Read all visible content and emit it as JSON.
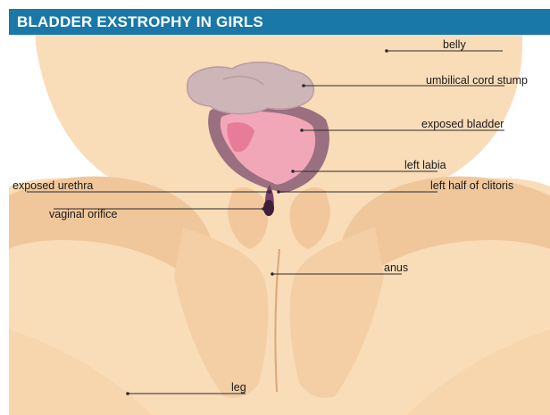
{
  "header": {
    "title": "BLADDER EXSTROPHY IN GIRLS"
  },
  "labels": {
    "belly": "belly",
    "umbilical_cord_stump": "umbilical cord stump",
    "exposed_bladder": "exposed bladder",
    "left_labia": "left labia",
    "left_half_of_clitoris": "left half of clitoris",
    "exposed_urethra": "exposed urethra",
    "vaginal_orifice": "vaginal orifice",
    "anus": "anus",
    "leg": "leg"
  },
  "colors": {
    "header_bg": "#1a78a8",
    "skin": "#f9dcb8",
    "skin_shadow": "#efc79b",
    "bladder": "#f2a7b8",
    "umbilical_stump": "#cdb5b8"
  }
}
